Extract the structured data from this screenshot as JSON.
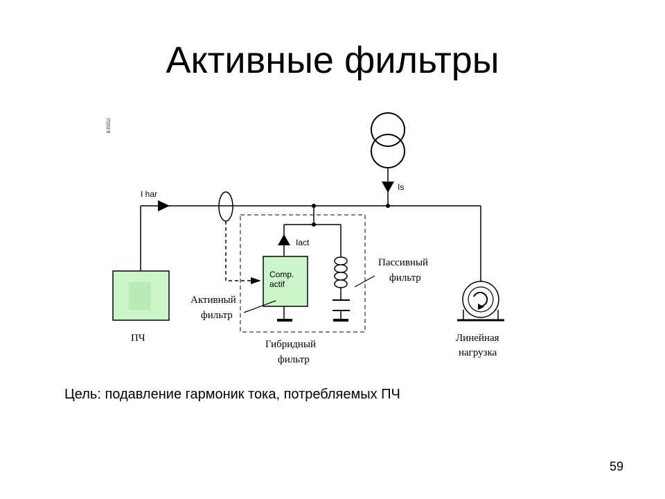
{
  "slide": {
    "title": "Активные фильтры",
    "goal_text": "Цель: подавление гармоник тока, потребляемых ПЧ",
    "page_number": "59"
  },
  "diagram": {
    "side_code": "E35552",
    "label_i_har": "I har",
    "label_is": "Is",
    "label_iact": "Iact",
    "comp_line1": "Comp.",
    "comp_line2": "actif",
    "passive_line1": "Пассивный",
    "passive_line2": "фильтр",
    "active_line1": "Активный",
    "active_line2": "фильтр",
    "hybrid_line1": "Гибридный",
    "hybrid_line2": "фильтр",
    "vfd_label": "ПЧ",
    "load_line1": "Линейная",
    "load_line2": "нагрузка",
    "colors": {
      "wire": "#000000",
      "block_fill": "#ccf5cc",
      "block_inner": "#b7ebb7"
    }
  }
}
